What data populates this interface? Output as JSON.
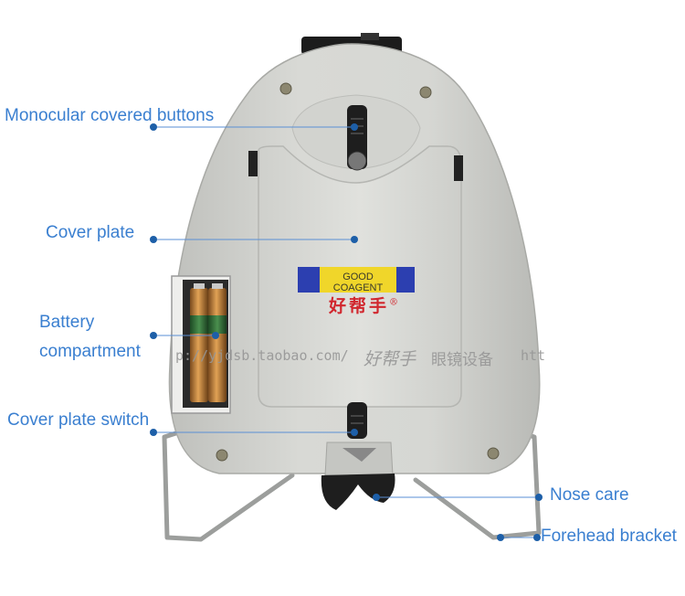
{
  "labels": {
    "monocular": "Monocular covered buttons",
    "cover_plate": "Cover plate",
    "battery_line1": "Battery",
    "battery_line2": "compartment",
    "switch": "Cover plate switch",
    "nose": "Nose care",
    "forehead": "Forehead bracket"
  },
  "sticker": {
    "text": "GOOD COAGENT",
    "brand_cn": "好帮手",
    "registered_mark": "®"
  },
  "watermark": {
    "url": "p://yjdsb.taobao.com/",
    "brand_cn": "好帮手",
    "slogan_cn": "眼镜设备",
    "tail": "htt"
  },
  "colors": {
    "label_text": "#3a7fd0",
    "leader_dot": "#1d5fa8",
    "body": "#d4d5d1",
    "plate": "#dcddd9",
    "stand": "#9c9e9c",
    "button_black": "#222222",
    "sticker_blue": "#2c3fb0",
    "sticker_yellow": "#f0d62a",
    "brand_red": "#d1272e"
  }
}
